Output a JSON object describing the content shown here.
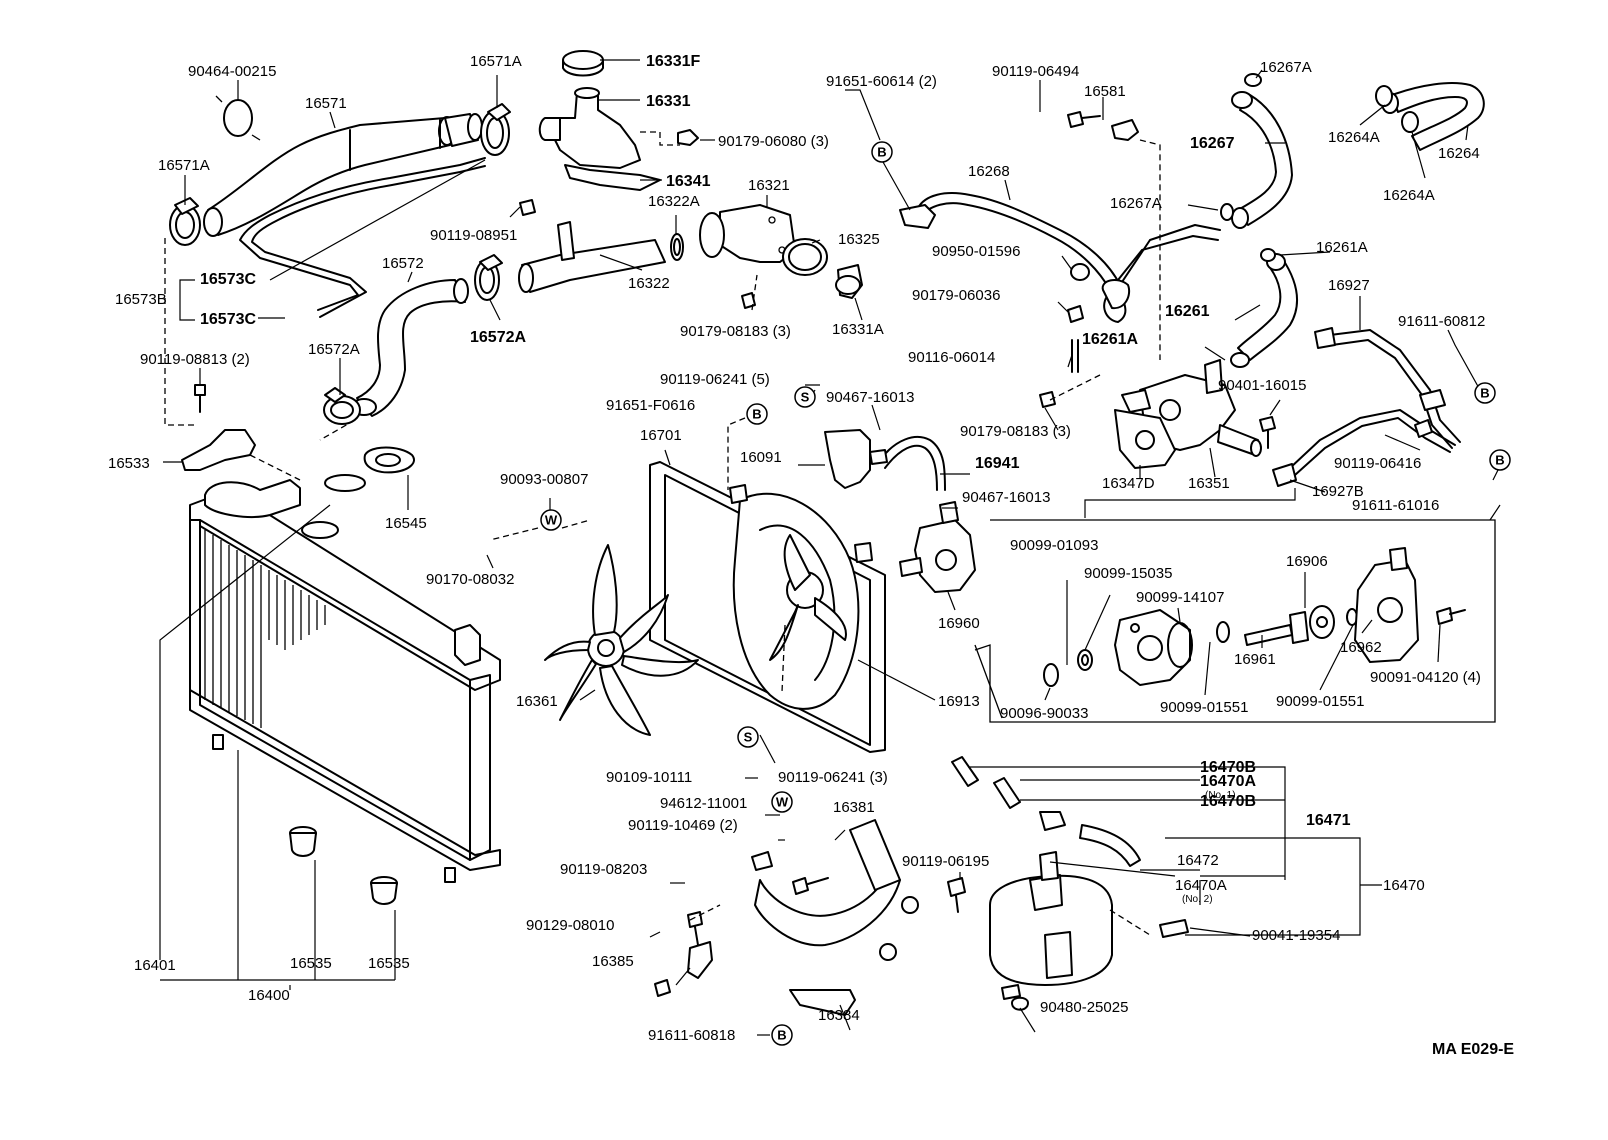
{
  "labels": {
    "l16331F": "16331F",
    "l16331": "16331",
    "l90179_06080": "90179-06080 (3)",
    "l16341": "16341",
    "l90464": "90464-00215",
    "l16571A_top": "16571A",
    "l16571": "16571",
    "l16571A_left": "16571A",
    "l16573C_a": "16573C",
    "l16573B": "16573B",
    "l16573C_b": "16573C",
    "l90119_08951": "90119-08951",
    "l16322A": "16322A",
    "l16321": "16321",
    "l16325": "16325",
    "l16322": "16322",
    "l16572": "16572",
    "l16572A_r": "16572A",
    "l16331A": "16331A",
    "l90179_08183a": "90179-08183 (3)",
    "l90119_08813": "90119-08813 (2)",
    "l16572A_l": "16572A",
    "l16533": "16533",
    "l16545": "16545",
    "l91651_60614": "91651-60614 (2)",
    "l90119_06494": "90119-06494",
    "l16581": "16581",
    "l16267A_top": "16267A",
    "l16267": "16267",
    "l16264A_a": "16264A",
    "l16264": "16264",
    "l16264A_b": "16264A",
    "l16268": "16268",
    "l16267A_mid": "16267A",
    "l90950": "90950-01596",
    "l90179_06036": "90179-06036",
    "l16261A_top": "16261A",
    "l16261": "16261",
    "l16927": "16927",
    "l91611_60812": "91611-60812",
    "l90116": "90116-06014",
    "l16261A_mid": "16261A",
    "l90401": "90401-16015",
    "l90179_08183b": "90179-08183 (3)",
    "l16347D": "16347D",
    "l16351": "16351",
    "l90119_06416": "90119-06416",
    "l16927B": "16927B",
    "l91611_61016": "91611-61016",
    "l90119_06241a": "90119-06241 (5)",
    "l91651_F0616": "91651-F0616",
    "l90467_a": "90467-16013",
    "l16701": "16701",
    "l16091": "16091",
    "l16941": "16941",
    "l90467_b": "90467-16013",
    "l90093": "90093-00807",
    "l90170": "90170-08032",
    "l16960": "16960",
    "l90099_01093": "90099-01093",
    "l90099_15035": "90099-15035",
    "l90099_14107": "90099-14107",
    "l16906": "16906",
    "l16961": "16961",
    "l16962": "16962",
    "l90091": "90091-04120 (4)",
    "l90096": "90096-90033",
    "l90099_01551a": "90099-01551",
    "l90099_01551b": "90099-01551",
    "l16361": "16361",
    "l16913": "16913",
    "l90119_06241b": "90119-06241 (3)",
    "l90109": "90109-10111",
    "l94612": "94612-11001",
    "l16381": "16381",
    "l90119_10469": "90119-10469 (2)",
    "l90119_08203": "90119-08203",
    "l90129": "90129-08010",
    "l16385": "16385",
    "l91611_60818": "91611-60818",
    "l16384": "16384",
    "l16470B_a": "16470B",
    "l16470A_a": "16470A",
    "l16470A_a_sub": "(No. 1)",
    "l16470B_b": "16470B",
    "l16471": "16471",
    "l16472": "16472",
    "l90119_06195": "90119-06195",
    "l16470A_b": "16470A",
    "l16470A_b_sub": "(No. 2)",
    "l16470": "16470",
    "l90041": "90041-19354",
    "l90480": "90480-25025",
    "l16401": "16401",
    "l16535_a": "16535",
    "l16535_b": "16535",
    "l16400": "16400",
    "code": "MA E029-E"
  },
  "markers": {
    "B": "B",
    "S": "S",
    "W": "W"
  },
  "colors": {
    "ink": "#000000",
    "paper": "#ffffff"
  }
}
